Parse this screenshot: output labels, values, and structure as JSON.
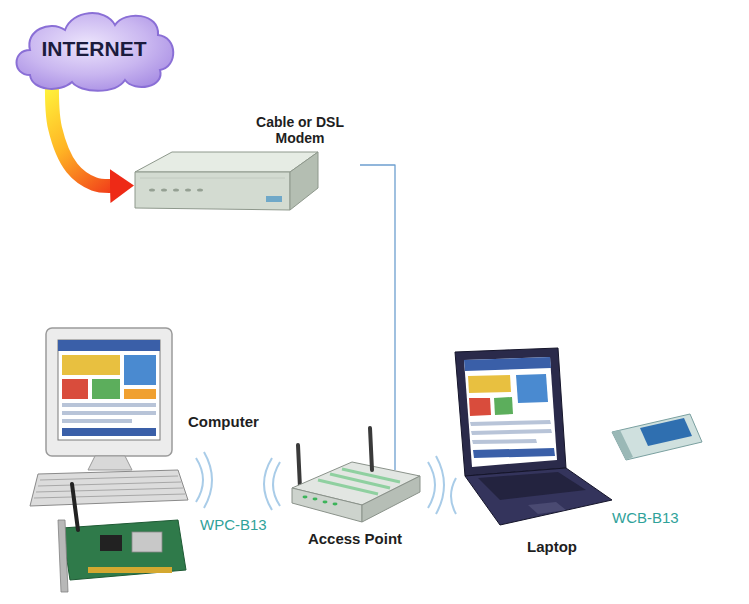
{
  "diagram": {
    "nodes": [
      {
        "text": [
          "INTERNET"
        ]
      },
      {
        "text": [
          "Cable or DSL Modem"
        ]
      },
      {
        "text": [
          "Computer"
        ]
      },
      {
        "text": [
          "Access Point"
        ]
      },
      {
        "text": [
          "Laptop"
        ]
      }
    ],
    "edges": [
      {
        "from": 0,
        "to": 1,
        "arrow": "to"
      },
      {
        "from": 1,
        "to": 3,
        "arrow": "none"
      }
    ],
    "labels": [
      "WPC-B13",
      "WCB-B13"
    ]
  }
}
